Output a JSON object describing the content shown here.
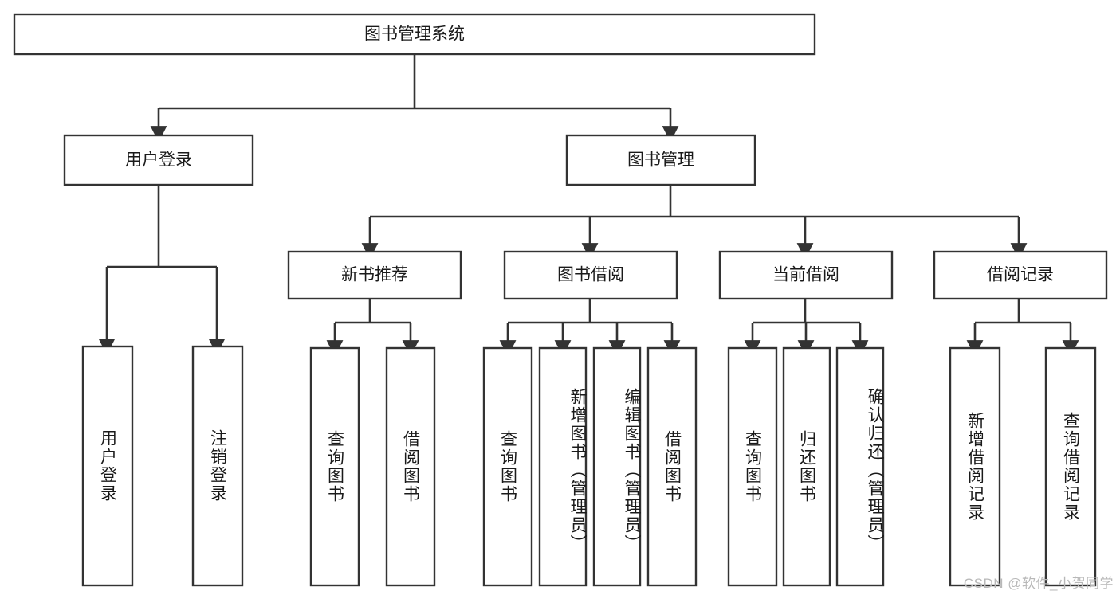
{
  "diagram": {
    "title_text": "图书管理系统",
    "watermark": "CSDN @软件_小贺同学",
    "colors": {
      "stroke": "#333333",
      "fill": "#ffffff",
      "text": "#1a1a1a",
      "watermark": "#b8b8b8",
      "background": "#ffffff"
    },
    "root": {
      "label": "图书管理系统"
    },
    "level2": [
      {
        "label": "用户登录"
      },
      {
        "label": "图书管理"
      }
    ],
    "level3": [
      {
        "label": "新书推荐"
      },
      {
        "label": "图书借阅"
      },
      {
        "label": "当前借阅"
      },
      {
        "label": "借阅记录"
      }
    ],
    "leaves": [
      {
        "label": "用户登录",
        "parent": "用户登录"
      },
      {
        "label": "注销登录",
        "parent": "用户登录"
      },
      {
        "label": "查询图书",
        "parent": "新书推荐"
      },
      {
        "label": "借阅图书",
        "parent": "新书推荐"
      },
      {
        "label": "查询图书",
        "parent": "图书借阅"
      },
      {
        "label": "新增图书（管理员）",
        "parent": "图书借阅"
      },
      {
        "label": "编辑图书（管理员）",
        "parent": "图书借阅"
      },
      {
        "label": "借阅图书",
        "parent": "图书借阅"
      },
      {
        "label": "查询图书",
        "parent": "当前借阅"
      },
      {
        "label": "归还图书",
        "parent": "当前借阅"
      },
      {
        "label": "确认归还（管理员）",
        "parent": "当前借阅"
      },
      {
        "label": "新增借阅记录",
        "parent": "借阅记录"
      },
      {
        "label": "查询借阅记录",
        "parent": "借阅记录"
      }
    ]
  }
}
